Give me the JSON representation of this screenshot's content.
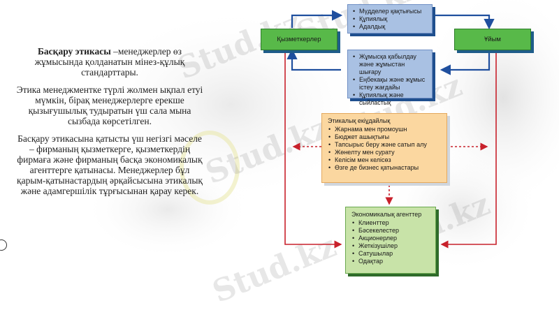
{
  "watermark": "Stud.kz",
  "text": {
    "lead_term": "Басқару этикасы",
    "lead_rest": " –менеджерлер өз жұмысында қолданатын мінез-құлық стандарттары.",
    "para2": "Этика менеджментке түрлі жолмен ықпал етуі мүмкін, бірақ менеджерлерге ерекше қызығушылық тудыратын үш сала мына сызбада көрсетілген.",
    "para3": "Басқару этикасына қатысты үш негізгі мәселе – фирманың қызметкерге, қызметкердің фирмаға және фирманың басқа экономикалық агенттерге қатынасы. Менеджерлер бұл қарым-қатынастардың әрқайсысына этикалық және адамгершілік тұрғысынан қарау керек."
  },
  "diagram": {
    "employees_label": "Қызметкерлер",
    "organization_label": "Ұйым",
    "top_box": [
      "Мүдделер қақтығысы",
      "Құпиялық",
      "Адалдық"
    ],
    "middle_box": [
      "Жұмысқа қабылдау және жұмыстан шығару",
      "Еңбекақы және жұмыс істеу жағдайы",
      "Құпиялық және сыйластық"
    ],
    "ethics_box": {
      "title": "Этикалық екіұдайлық",
      "items": [
        "Жарнама мен промоушн",
        "Бюджет ашықтығы",
        "Тапсырыс беру және сатып алу",
        "Жөнелту мен сурату",
        "Келісім мен келісөз",
        "Өзге де бизнес қатынастары"
      ]
    },
    "agents_box": {
      "title": "Экономикалық агенттер",
      "items": [
        "Клиенттер",
        "Бәсекелестер",
        "Акционерлер",
        "Жеткізушілер",
        "Сатушылар",
        "Одақтар"
      ]
    }
  },
  "colors": {
    "blue_arrow": "#1f4f9e",
    "red_arrow": "#c8212b",
    "green_box": "#58b949",
    "blue_box": "#a9c1e3",
    "orange_box": "#fbd7a0",
    "light_green_box": "#c8e3a8"
  }
}
